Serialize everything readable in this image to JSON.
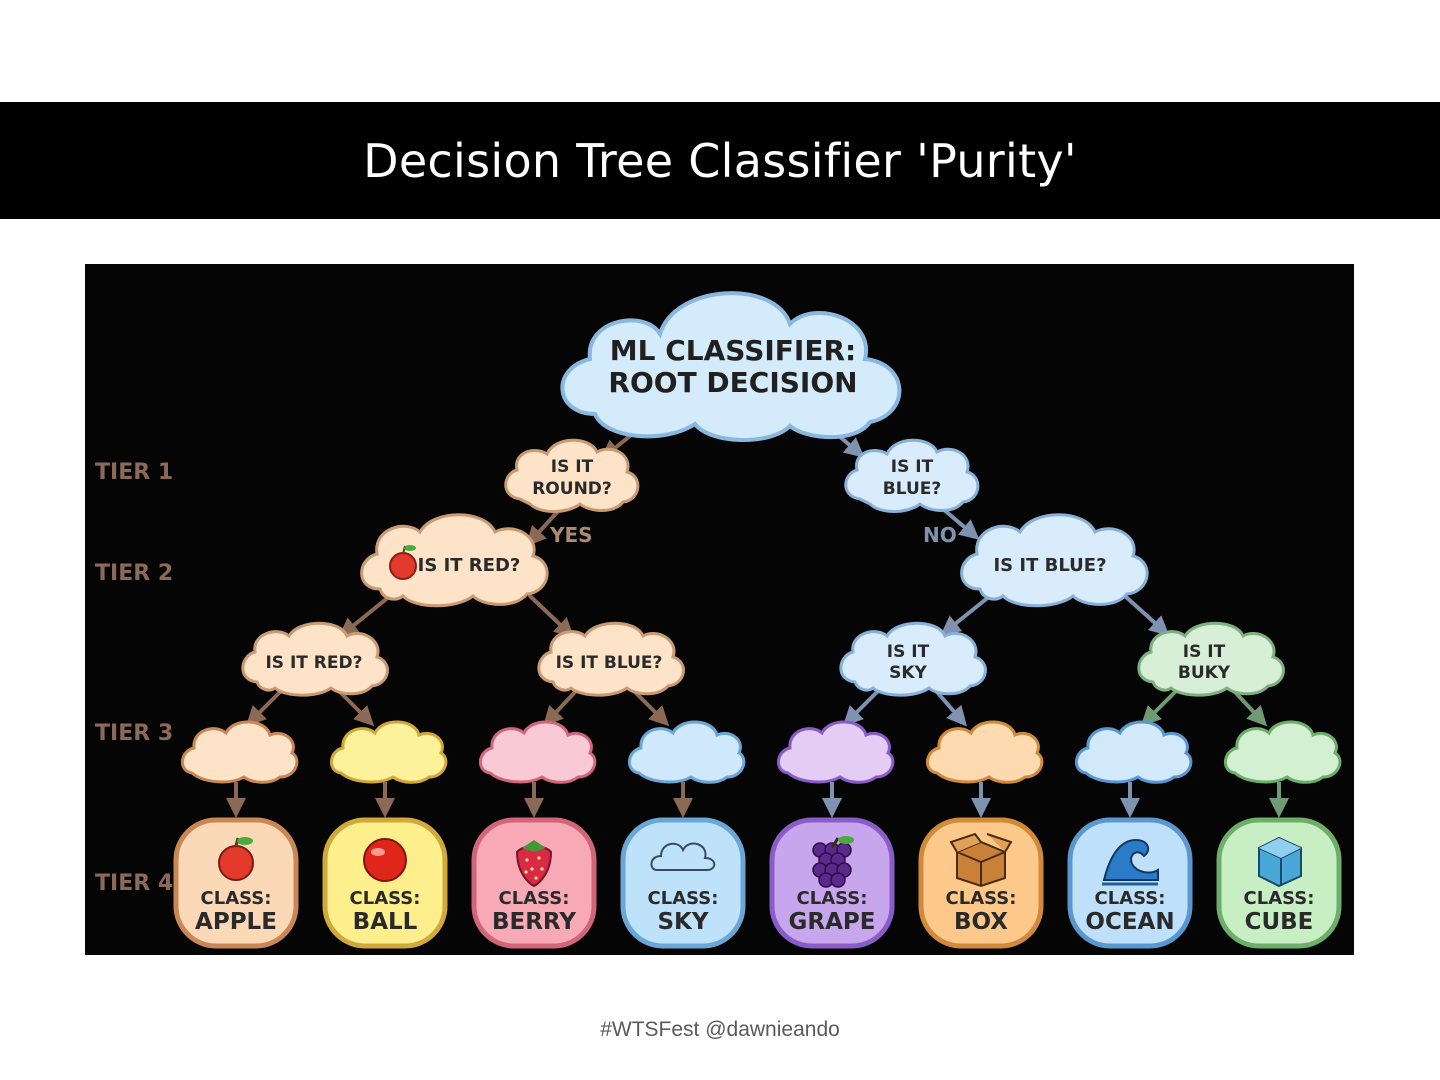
{
  "slide": {
    "title": "Decision Tree Classifier 'Purity'",
    "footer": "#WTSFest @dawnieando"
  },
  "diagram": {
    "root": {
      "line1": "ML CLASSIFIER:",
      "line2": "ROOT DECISION"
    },
    "tiers": [
      "TIER 1",
      "TIER 2",
      "TIER 3",
      "TIER 4"
    ],
    "tier1": [
      {
        "line1": "IS IT",
        "line2": "ROUND?",
        "color": "#fde3c8"
      },
      {
        "line1": "IS IT",
        "line2": "BLUE?",
        "color": "#d8ecfb"
      }
    ],
    "branch_labels": {
      "yes": "YES",
      "no": "NO"
    },
    "tier2": [
      {
        "text": "IS IT RED?",
        "icon": "apple-icon",
        "color": "#fde3c8"
      },
      {
        "text": "IS IT BLUE?",
        "color": "#d8ecfb"
      }
    ],
    "tier2b": [
      {
        "text": "IS IT RED?",
        "color": "#fde3c8"
      },
      {
        "text": "IS IT BLUE?",
        "color": "#fde3c8"
      },
      {
        "line1": "IS IT",
        "line2": "SKY",
        "color": "#d8ecfb"
      },
      {
        "line1": "IS IT",
        "line2": "BUKY",
        "color": "#d6efd6"
      }
    ],
    "tier3_colors": [
      "#fde3c8",
      "#fdf29a",
      "#f9c9d6",
      "#cfe8fb",
      "#e3cdf5",
      "#fddab0",
      "#d2e9fb",
      "#d3f0d3"
    ],
    "leaves": [
      {
        "line1": "CLASS:",
        "line2": "APPLE",
        "icon": "apple-icon",
        "fill": "#fcd9b6",
        "stroke": "#c88755"
      },
      {
        "line1": "CLASS:",
        "line2": "BALL",
        "icon": "ball-icon",
        "fill": "#fdf08c",
        "stroke": "#d0a93a"
      },
      {
        "line1": "CLASS:",
        "line2": "BERRY",
        "icon": "strawberry-icon",
        "fill": "#f7a9b5",
        "stroke": "#d1667a"
      },
      {
        "line1": "CLASS:",
        "line2": "SKY",
        "icon": "cloud-icon",
        "fill": "#bfe2fb",
        "stroke": "#6aa7d6"
      },
      {
        "line1": "CLASS:",
        "line2": "GRAPE",
        "icon": "grape-icon",
        "fill": "#c8a6ee",
        "stroke": "#8a5cc7"
      },
      {
        "line1": "CLASS:",
        "line2": "BOX",
        "icon": "box-icon",
        "fill": "#fcc98a",
        "stroke": "#d08a3a"
      },
      {
        "line1": "CLASS:",
        "line2": "OCEAN",
        "icon": "wave-icon",
        "fill": "#bfe0fb",
        "stroke": "#5b97cf"
      },
      {
        "line1": "CLASS:",
        "line2": "CUBE",
        "icon": "cube-icon",
        "fill": "#c8efc4",
        "stroke": "#6dae6a"
      }
    ]
  }
}
